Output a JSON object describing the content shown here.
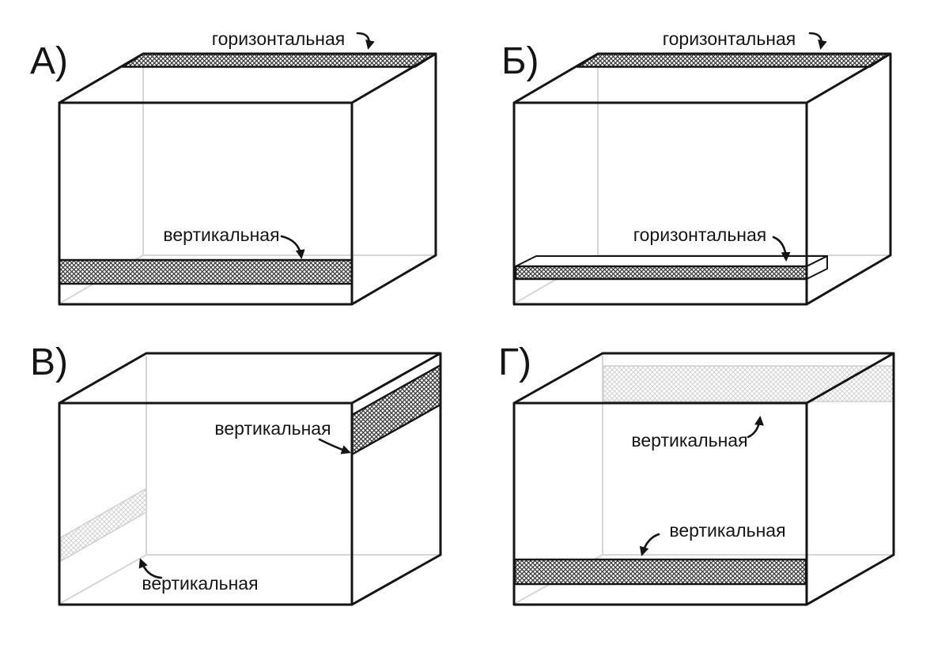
{
  "panels": [
    {
      "letter": "А)",
      "labels": {
        "top": "горизонтальная",
        "bottom": "вертикальная"
      }
    },
    {
      "letter": "Б)",
      "labels": {
        "top": "горизонтальная",
        "bottom": "горизонтальная"
      }
    },
    {
      "letter": "В)",
      "labels": {
        "top": "вертикальная",
        "bottom": "вертикальная"
      }
    },
    {
      "letter": "Г)",
      "labels": {
        "top": "вертикальная",
        "bottom": "вертикальная"
      }
    }
  ],
  "colors": {
    "outline": "#151515",
    "dark_hatch": "#3a3a3a",
    "light_hatch": "#d2d2d2",
    "faint_interior": "#d6d6d6",
    "background": "#ffffff"
  }
}
